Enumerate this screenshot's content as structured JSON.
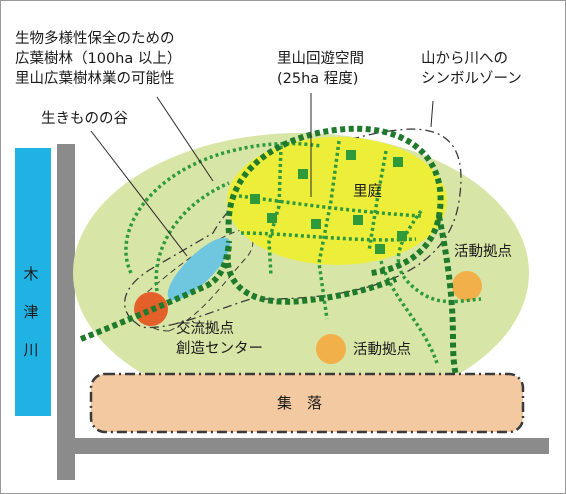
{
  "labels": {
    "broadleaf_forest": [
      "生物多様性保全のための",
      "広葉樹林（100ha 以上）",
      "里山広葉樹林業の可能性"
    ],
    "satoyama_loop": [
      "里山回遊空間",
      "(25ha 程度)"
    ],
    "symbol_zone": [
      "山から川への",
      "シンボルゾーン"
    ],
    "creature_valley": "生きものの谷",
    "satoniwa": "里庭",
    "activity_base_right": "活動拠点",
    "activity_base_lower": "活動拠点",
    "exchange_center": [
      "交流拠点",
      "創造センター"
    ],
    "village": "集　落",
    "river": [
      "木",
      "津",
      "川"
    ]
  },
  "colors": {
    "forest_fill": "#d7e6a6",
    "satoyama_fill": "#ecee3a",
    "river_fill": "#1fb2e3",
    "road_fill": "#8b8b8b",
    "village_fill": "#f2c9a0",
    "valley_fill": "#6ec6df",
    "exchange_fill": "#e4602b",
    "activity_fill": "#f2b04a",
    "path_green": "#2f9a3d",
    "path_dark": "#1f7a2c",
    "square_green": "#2e9a3a"
  }
}
